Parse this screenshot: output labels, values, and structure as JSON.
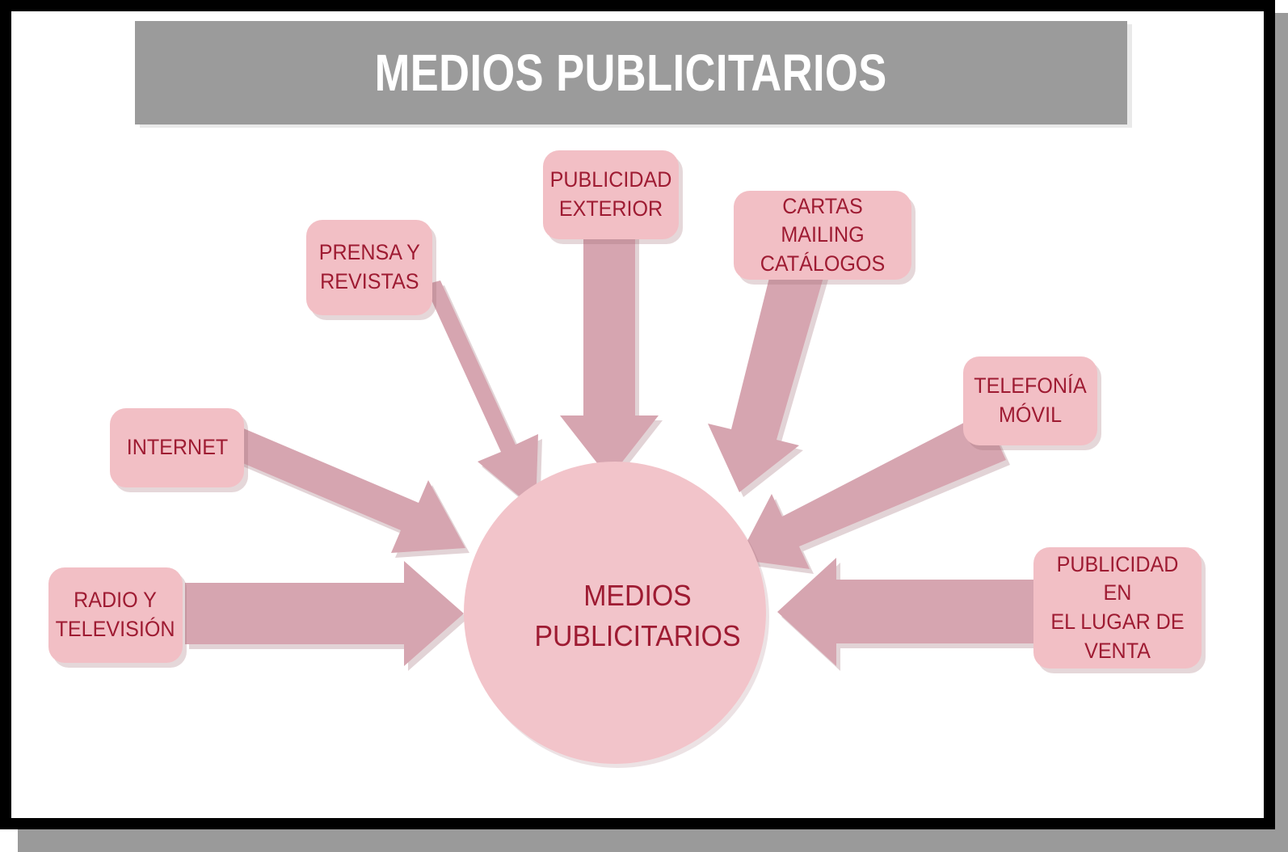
{
  "title": {
    "text": "MEDIOS PUBLICITARIOS"
  },
  "colors": {
    "title_bar": "#9B9B9B",
    "title_text": "#FFFFFF",
    "node_fill": "#F2BFC5",
    "hub_fill": "#F2C4CA",
    "arrow_fill": "#D6A5B0",
    "text": "#9E1B32",
    "frame": "#000000",
    "frame_shadow": "#9A9A9A",
    "page": "#FFFFFF"
  },
  "hub": {
    "label_line1": "MEDIOS",
    "label_line2": "PUBLICITARIOS"
  },
  "nodes": [
    {
      "id": "prensa-y-revistas",
      "lines": [
        "PRENSA Y",
        "REVISTAS"
      ],
      "arrow": "diagonal-down-right"
    },
    {
      "id": "publicidad-exterior",
      "lines": [
        "PUBLICIDAD",
        "EXTERIOR"
      ],
      "arrow": "down"
    },
    {
      "id": "cartas-mailing-catalogos",
      "lines": [
        "CARTAS MAILING",
        "CATÁLOGOS"
      ],
      "arrow": "diagonal-down-left"
    },
    {
      "id": "telefonia-movil",
      "lines": [
        "TELEFONÍA",
        "MÓVIL"
      ],
      "arrow": "diagonal-down-left"
    },
    {
      "id": "publicidad-en-el-lugar-de-venta",
      "lines": [
        "PUBLICIDAD EN",
        "EL LUGAR DE",
        "VENTA"
      ],
      "arrow": "left"
    },
    {
      "id": "radio-y-television",
      "lines": [
        "RADIO Y",
        "TELEVISIÓN"
      ],
      "arrow": "right"
    },
    {
      "id": "internet",
      "lines": [
        "INTERNET"
      ],
      "arrow": "diagonal-down-right"
    }
  ],
  "chart_data": {
    "type": "diagram",
    "diagram_kind": "radial-converging",
    "center": "MEDIOS PUBLICITARIOS",
    "spokes": [
      "PRENSA Y REVISTAS",
      "PUBLICIDAD EXTERIOR",
      "CARTAS MAILING CATÁLOGOS",
      "TELEFONÍA MÓVIL",
      "PUBLICIDAD EN EL LUGAR DE VENTA",
      "RADIO Y TELEVISIÓN",
      "INTERNET"
    ],
    "arrow_direction": "spokes point inward to center",
    "title": "MEDIOS PUBLICITARIOS"
  }
}
